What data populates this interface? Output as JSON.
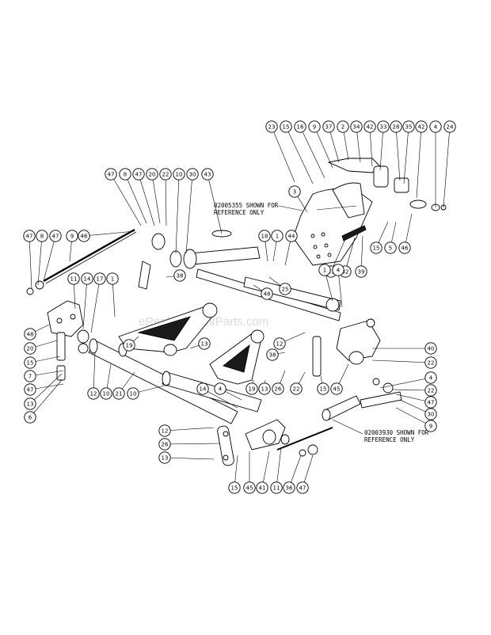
{
  "notes": {
    "upper_line1": "02005355 SHOWN FOR",
    "upper_line2": "REFERENCE ONLY",
    "lower_line1": "02003930 SHOWN FOR",
    "lower_line2": "REFERENCE ONLY"
  },
  "watermark": "eReplacementParts.com",
  "callouts": [
    {
      "label": "23"
    },
    {
      "label": "15"
    },
    {
      "label": "16"
    },
    {
      "label": "9"
    },
    {
      "label": "37"
    },
    {
      "label": "2"
    },
    {
      "label": "34"
    },
    {
      "label": "42"
    },
    {
      "label": "33"
    },
    {
      "label": "28"
    },
    {
      "label": "35"
    },
    {
      "label": "42"
    },
    {
      "label": "4"
    },
    {
      "label": "24"
    },
    {
      "label": "47"
    },
    {
      "label": "8"
    },
    {
      "label": "47"
    },
    {
      "label": "20"
    },
    {
      "label": "22"
    },
    {
      "label": "10"
    },
    {
      "label": "30"
    },
    {
      "label": "43"
    },
    {
      "label": "3"
    },
    {
      "label": "47"
    },
    {
      "label": "8"
    },
    {
      "label": "47"
    },
    {
      "label": "9"
    },
    {
      "label": "46"
    },
    {
      "label": "18"
    },
    {
      "label": "1"
    },
    {
      "label": "44"
    },
    {
      "label": "15"
    },
    {
      "label": "5"
    },
    {
      "label": "46"
    },
    {
      "label": "31"
    },
    {
      "label": "32"
    },
    {
      "label": "39"
    },
    {
      "label": "38"
    },
    {
      "label": "25"
    },
    {
      "label": "1"
    },
    {
      "label": "4"
    },
    {
      "label": "11"
    },
    {
      "label": "14"
    },
    {
      "label": "17"
    },
    {
      "label": "1"
    },
    {
      "label": "48"
    },
    {
      "label": "19"
    },
    {
      "label": "13"
    },
    {
      "label": "38"
    },
    {
      "label": "12"
    },
    {
      "label": "40"
    },
    {
      "label": "22"
    },
    {
      "label": "48"
    },
    {
      "label": "20"
    },
    {
      "label": "15"
    },
    {
      "label": "7"
    },
    {
      "label": "47"
    },
    {
      "label": "13"
    },
    {
      "label": "6"
    },
    {
      "label": "12"
    },
    {
      "label": "10"
    },
    {
      "label": "21"
    },
    {
      "label": "10"
    },
    {
      "label": "14"
    },
    {
      "label": "4"
    },
    {
      "label": "19"
    },
    {
      "label": "13"
    },
    {
      "label": "26"
    },
    {
      "label": "22"
    },
    {
      "label": "15"
    },
    {
      "label": "45"
    },
    {
      "label": "4"
    },
    {
      "label": "22"
    },
    {
      "label": "47"
    },
    {
      "label": "30"
    },
    {
      "label": "9"
    },
    {
      "label": "12"
    },
    {
      "label": "26"
    },
    {
      "label": "13"
    },
    {
      "label": "15"
    },
    {
      "label": "45"
    },
    {
      "label": "41"
    },
    {
      "label": "11"
    },
    {
      "label": "36"
    },
    {
      "label": "47"
    }
  ]
}
